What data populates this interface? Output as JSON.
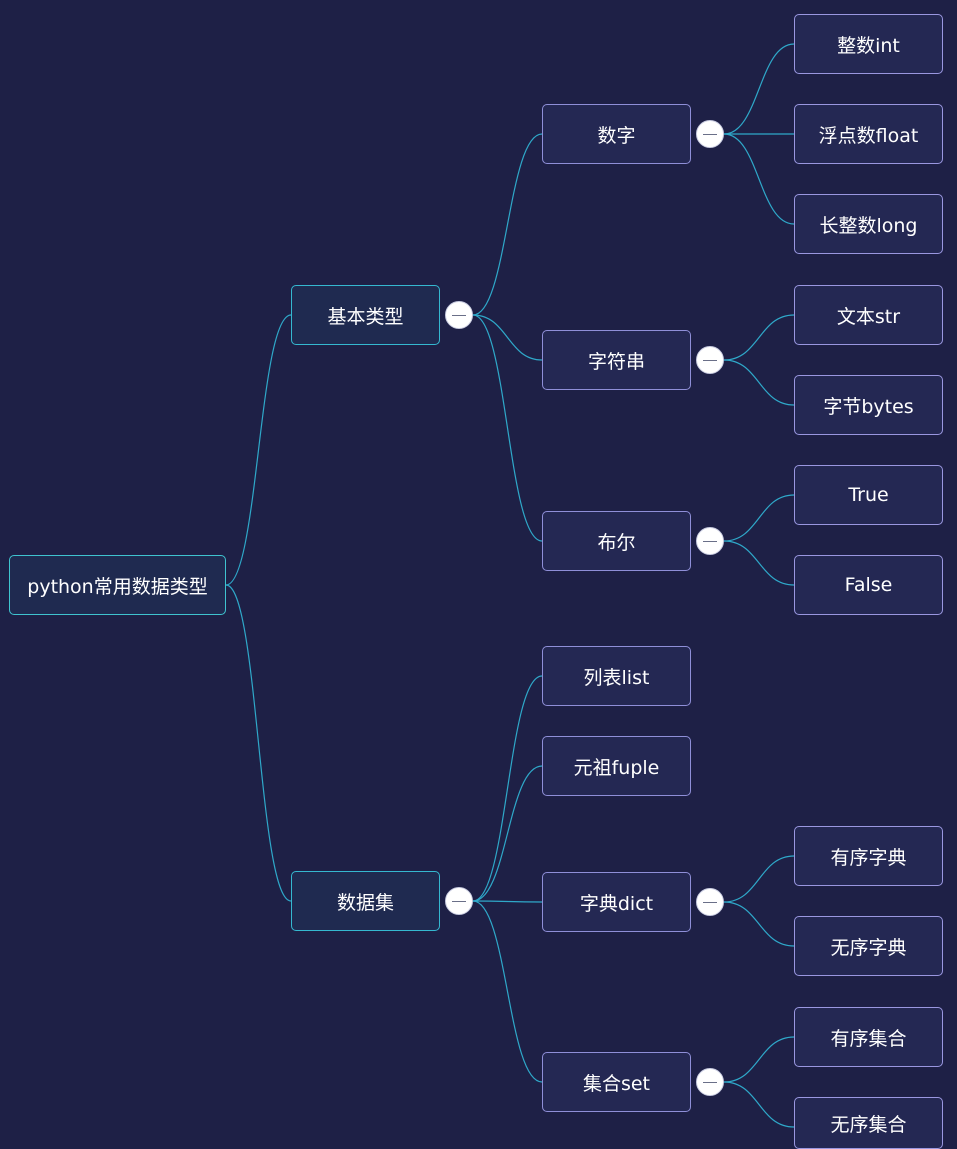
{
  "mindmap": {
    "root": "python常用数据类型",
    "branches": [
      {
        "label": "基本类型",
        "children": [
          {
            "label": "数字",
            "children": [
              "整数int",
              "浮点数float",
              "长整数long"
            ]
          },
          {
            "label": "字符串",
            "children": [
              "文本str",
              "字节bytes"
            ]
          },
          {
            "label": "布尔",
            "children": [
              "True",
              "False"
            ]
          }
        ]
      },
      {
        "label": "数据集",
        "children": [
          {
            "label": "列表list",
            "children": []
          },
          {
            "label": "元祖fuple",
            "children": []
          },
          {
            "label": "字典dict",
            "children": [
              "有序字典",
              "无序字典"
            ]
          },
          {
            "label": "集合set",
            "children": [
              "有序集合",
              "无序集合"
            ]
          }
        ]
      }
    ]
  },
  "colors": {
    "background": "#1e2046",
    "link": "#2fa8c9",
    "branch_border": "#35b8d0",
    "leaf_border": "#9a97e0",
    "toggle": "#ffffff"
  }
}
